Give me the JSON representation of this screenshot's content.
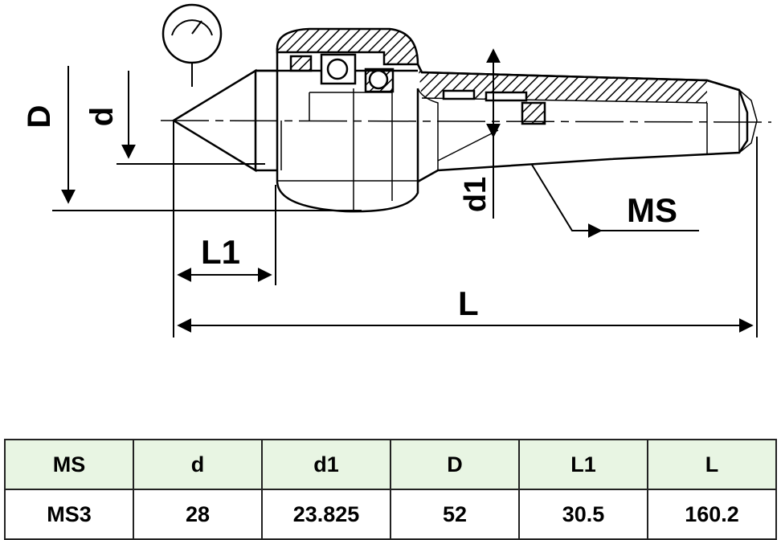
{
  "drawing": {
    "labels": {
      "D": "D",
      "d": "d",
      "d1": "d1",
      "MS": "MS",
      "L1": "L1",
      "L": "L"
    }
  },
  "table": {
    "headers": [
      "MS",
      "d",
      "d1",
      "D",
      "L1",
      "L"
    ],
    "rows": [
      [
        "MS3",
        "28",
        "23.825",
        "52",
        "30.5",
        "160.2"
      ]
    ]
  },
  "colors": {
    "header_background": "#e8f5e3",
    "line": "#000000"
  }
}
